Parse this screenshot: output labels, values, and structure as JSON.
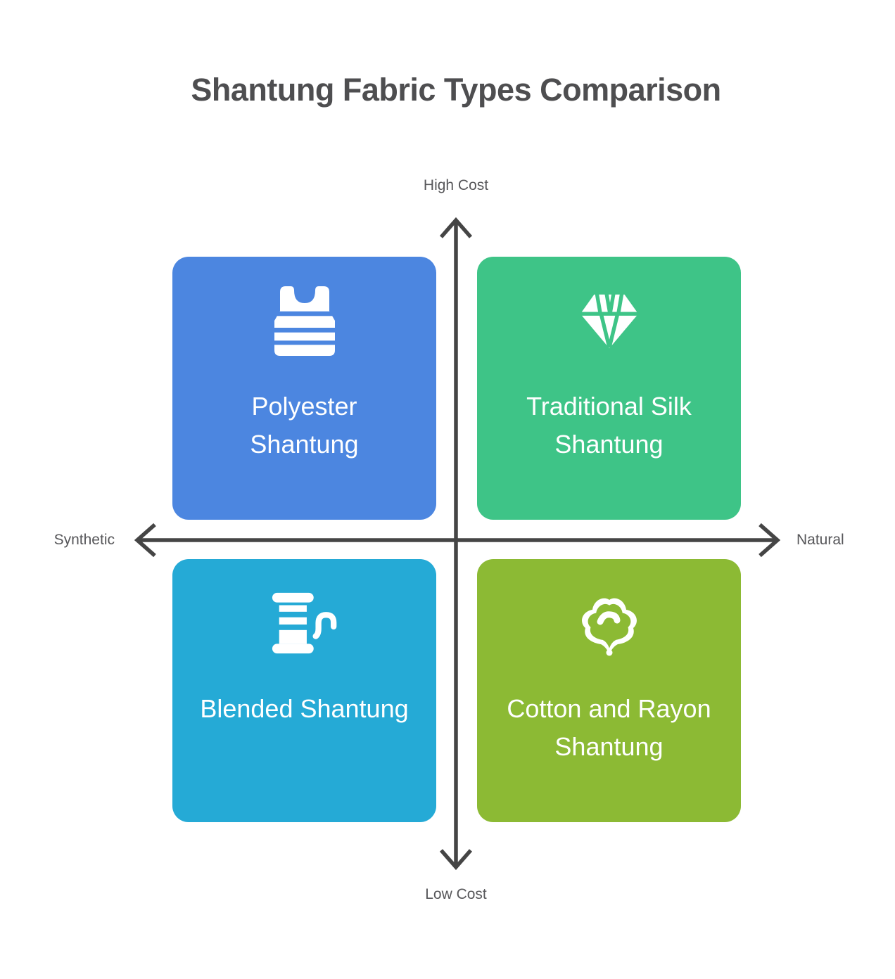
{
  "title": "Shantung Fabric Types Comparison",
  "title_color": "#4E4E50",
  "axes": {
    "vertical_top": "High Cost",
    "vertical_bottom": "Low Cost",
    "horizontal_left": "Synthetic",
    "horizontal_right": "Natural",
    "arrow_color": "#454545",
    "label_color": "#57575A"
  },
  "quadrants": {
    "top_left": {
      "label": "Polyester\nShantung",
      "color": "#4C86E0",
      "icon": "vest-icon"
    },
    "top_right": {
      "label": "Traditional Silk\nShantung",
      "color": "#3EC487",
      "icon": "diamond-icon"
    },
    "bottom_left": {
      "label": "Blended Shantung",
      "color": "#25AAD6",
      "icon": "thread-spool-icon"
    },
    "bottom_right": {
      "label": "Cotton and Rayon\nShantung",
      "color": "#8CBA34",
      "icon": "cotton-boll-icon"
    }
  }
}
